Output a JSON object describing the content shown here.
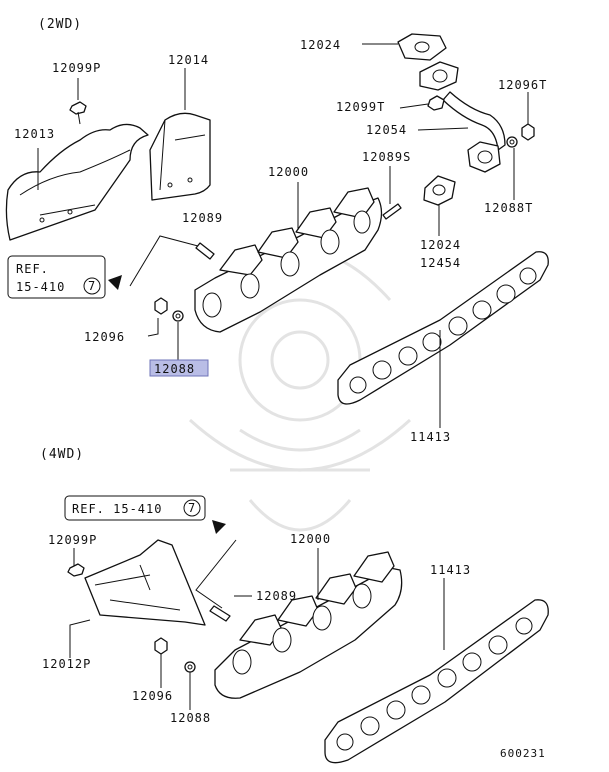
{
  "sections": {
    "top": "(2WD)",
    "bottom": "(4WD)"
  },
  "references": {
    "top": {
      "text": "REF.",
      "text2": "15-410",
      "circle": "7"
    },
    "bottom": {
      "text": "REF. 15-410",
      "circle": "7"
    }
  },
  "highlight_color": "#b9bde6",
  "labels": {
    "p12024_top": "12024",
    "p12099p_top": "12099P",
    "p12014": "12014",
    "p12096t": "12096T",
    "p12099t": "12099T",
    "p12013": "12013",
    "p12054": "12054",
    "p12089s": "12089S",
    "p12000_top": "12000",
    "p12089_top": "12089",
    "p12088t": "12088T",
    "p12024_mid": "12024",
    "p12454": "12454",
    "p12096_top": "12096",
    "p12088_top": "12088",
    "p11413_top": "11413",
    "p12099p_bot": "12099P",
    "p12000_bot": "12000",
    "p11413_bot": "11413",
    "p12089_bot": "12089",
    "p12012p": "12012P",
    "p12096_bot": "12096",
    "p12088_bot": "12088"
  },
  "diagram_code": "600231"
}
